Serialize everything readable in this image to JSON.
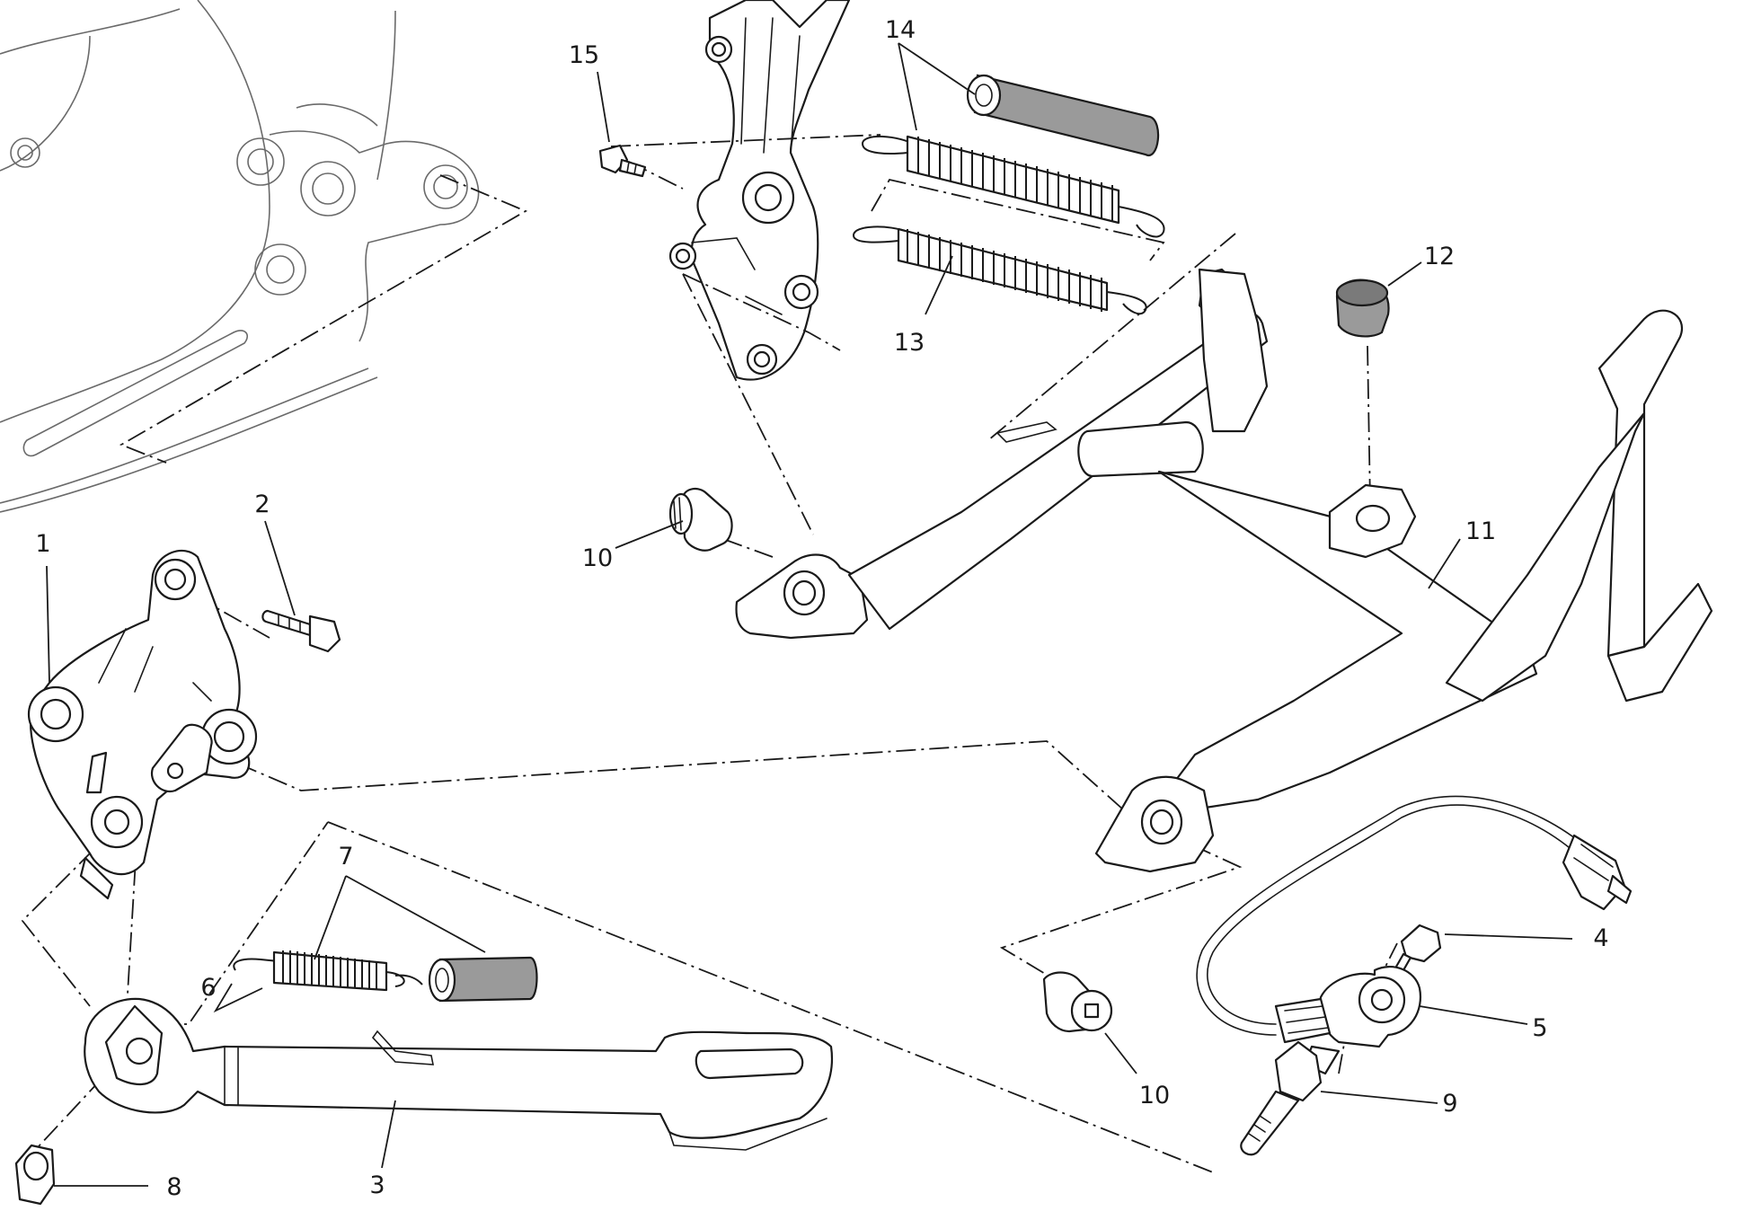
{
  "colors": {
    "line": "#1a1a1a",
    "shaded_part": "#9a9a9a",
    "background": "#ffffff"
  },
  "callouts": {
    "c1": "1",
    "c2": "2",
    "c3": "3",
    "c4": "4",
    "c5": "5",
    "c6": "6",
    "c7": "7",
    "c8": "8",
    "c9": "9",
    "c10a": "10",
    "c10b": "10",
    "c11": "11",
    "c12": "12",
    "c13": "13",
    "c14": "14",
    "c15": "15"
  }
}
